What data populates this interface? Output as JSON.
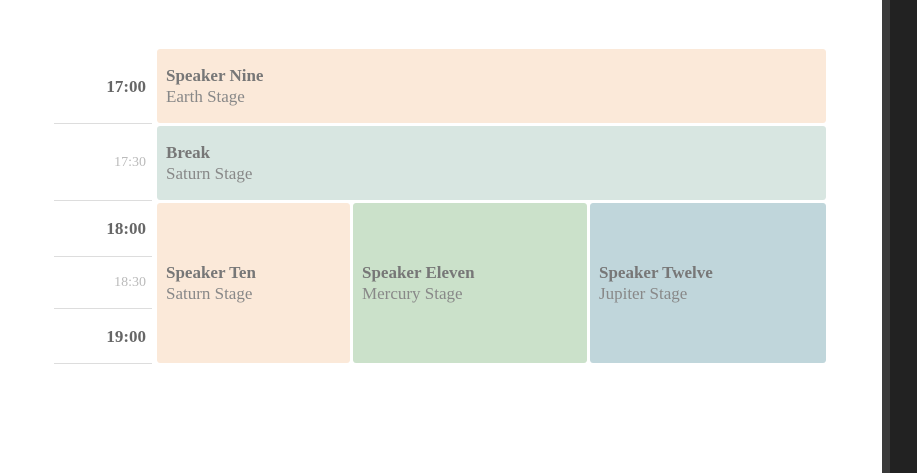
{
  "colors": {
    "peach": "#fbe9d9",
    "mint": "#d8e6e1",
    "green": "#cbe1ca",
    "slate": "#c0d6db"
  },
  "times": [
    {
      "label": "17:00",
      "kind": "major"
    },
    {
      "label": "17:30",
      "kind": "minor"
    },
    {
      "label": "18:00",
      "kind": "major"
    },
    {
      "label": "18:30",
      "kind": "minor"
    },
    {
      "label": "19:00",
      "kind": "major"
    }
  ],
  "events": [
    {
      "title": "Speaker Nine",
      "location": "Earth Stage",
      "color": "peach"
    },
    {
      "title": "Break",
      "location": "Saturn Stage",
      "color": "mint"
    },
    {
      "title": "Speaker Ten",
      "location": "Saturn Stage",
      "color": "peach"
    },
    {
      "title": "Speaker Eleven",
      "location": "Mercury Stage",
      "color": "green"
    },
    {
      "title": "Speaker Twelve",
      "location": "Jupiter Stage",
      "color": "slate"
    }
  ]
}
